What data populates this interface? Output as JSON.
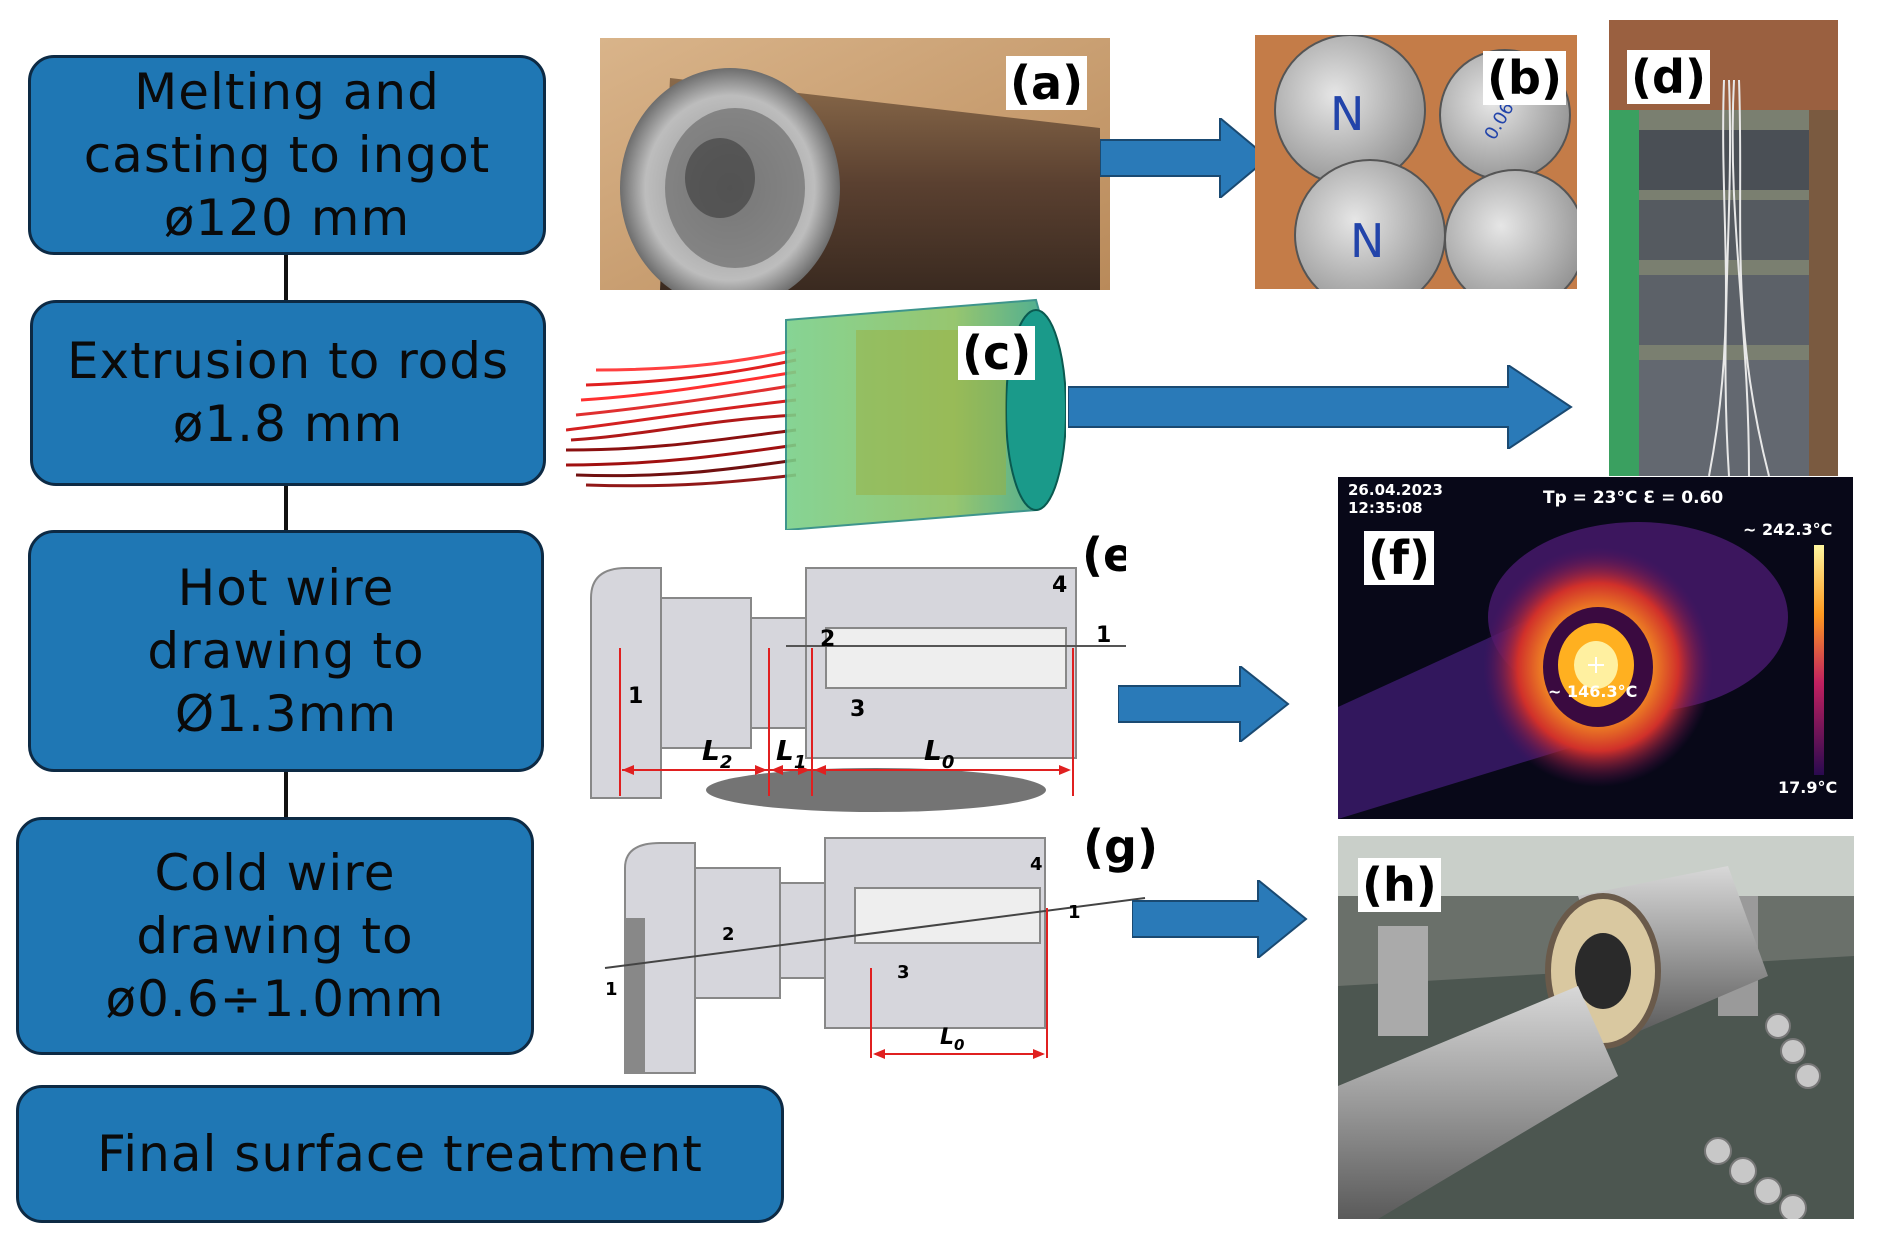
{
  "steps": [
    {
      "text": "Melting and\ncasting to ingot\nø120 mm"
    },
    {
      "text": "Extrusion to rods\nø1.8 mm"
    },
    {
      "text": "Hot wire\ndrawing to\nØ1.3mm"
    },
    {
      "text": "Cold wire\ndrawing  to\nø0.6÷1.0mm"
    },
    {
      "text": "Final surface treatment"
    }
  ],
  "panels": {
    "a": {
      "label": "(a)"
    },
    "b": {
      "label": "(b)",
      "marks": [
        "N",
        "0.06",
        "N"
      ]
    },
    "c": {
      "label": "(c)"
    },
    "d": {
      "label": "(d)"
    },
    "e": {
      "label": "(e)",
      "numbers": [
        "1",
        "2",
        "3",
        "4",
        "1"
      ],
      "dims": [
        "L",
        "2",
        "L",
        "1",
        "L",
        "0"
      ]
    },
    "f": {
      "label": "(f)",
      "date": "26.04.2023",
      "time": "12:35:08",
      "params": "Tp = 23°C  Ɛ = 0.60",
      "max_temp": "~ 242.3°C",
      "spot_temp": "~ 146.3°C",
      "min_temp": "17.9°C"
    },
    "g": {
      "label": "(g)",
      "numbers": [
        "1",
        "2",
        "3",
        "4",
        "1"
      ],
      "dims": [
        "L",
        "0"
      ]
    },
    "h": {
      "label": "(h)"
    }
  },
  "colors": {
    "step_fill": "#1f77b4",
    "step_border": "#0d2a44",
    "arrow": "#2a7ab8",
    "dim_line": "#e02020"
  }
}
